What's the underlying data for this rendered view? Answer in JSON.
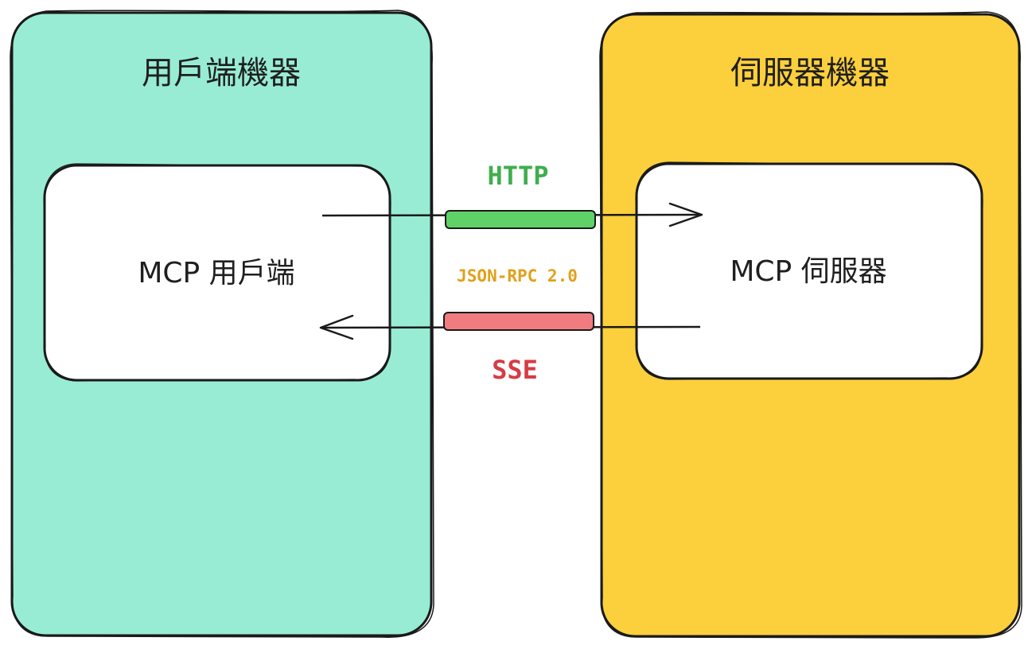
{
  "client_machine": {
    "title": "用戶端機器",
    "inner_label": "MCP 用戶端",
    "fill_color": "#98ECD4"
  },
  "server_machine": {
    "title": "伺服器機器",
    "inner_label": "MCP 伺服器",
    "fill_color": "#FCCF3C"
  },
  "connections": {
    "request_label": "HTTP",
    "request_color": "#3FAE4E",
    "request_bar_color": "#5FD166",
    "protocol_label": "JSON-RPC 2.0",
    "protocol_color": "#E0A11B",
    "response_label": "SSE",
    "response_color": "#D63C46",
    "response_bar_color": "#F17C80"
  }
}
